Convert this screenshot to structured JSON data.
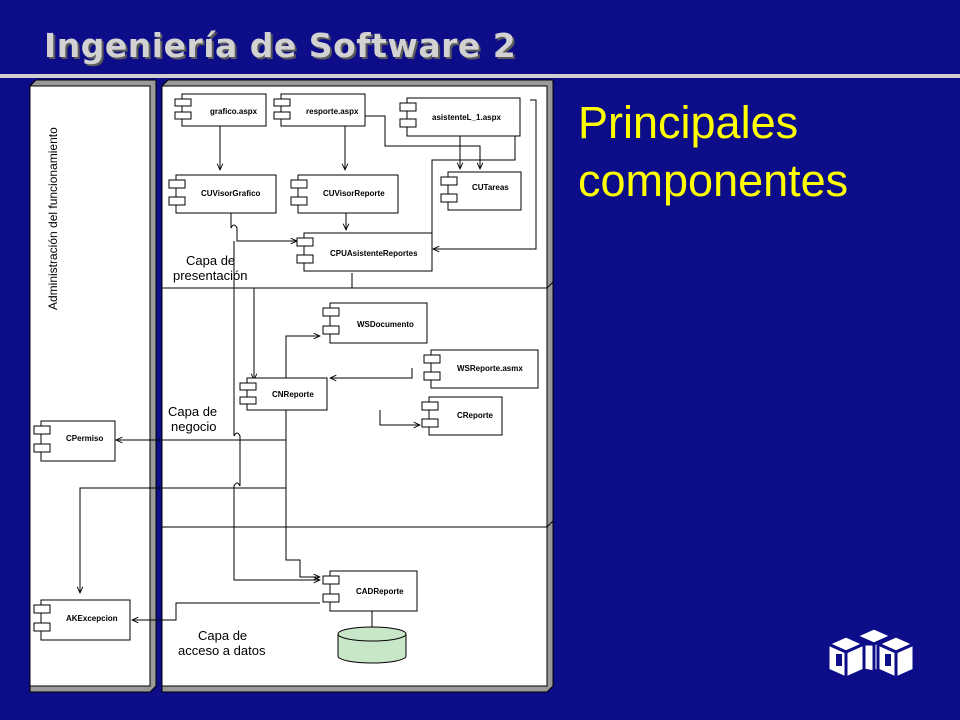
{
  "header": {
    "title": "Ingeniería de Software 2"
  },
  "slide": {
    "title_line1": "Principales",
    "title_line2": "componentes"
  },
  "diagram": {
    "admin_panel_label": "Administración del funcionamiento",
    "layers": {
      "presentation": [
        "Capa de",
        "presentación"
      ],
      "business": [
        "Capa de",
        "negocio"
      ],
      "data": [
        "Capa de",
        "acceso a datos"
      ]
    },
    "components": {
      "grafico_aspx": "grafico.aspx",
      "resporte_aspx": "resporte.aspx",
      "asistente_aspx": "asistenteL_1.aspx",
      "cu_visor_grafico": "CUVisorGrafico",
      "cu_visor_reporte": "CUVisorReporte",
      "cu_tareas": "CUTareas",
      "cpu_asistente": "CPUAsistenteReportes",
      "ws_documento": "WSDocumento",
      "ws_reporte": "WSReporte.asmx",
      "cn_reporte": "CNReporte",
      "c_reporte": "CReporte",
      "c_permiso": "CPermiso",
      "ak_excepcion": "AKExcepcion",
      "cad_reporte": "CADReporte"
    },
    "colors": {
      "database": "#c8e6c8",
      "background": "#0d0d8a",
      "title": "#ffff00"
    }
  }
}
